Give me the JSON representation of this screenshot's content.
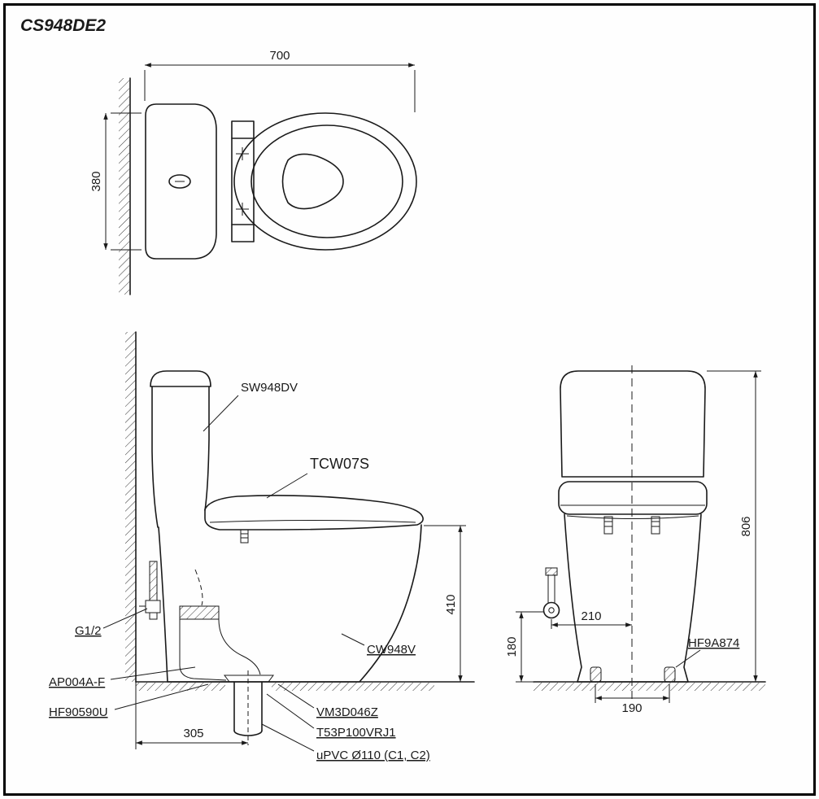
{
  "title": "CS948DE2",
  "colors": {
    "line": "#1a1a1a",
    "paper": "#ffffff",
    "frame": "#000000"
  },
  "top_view": {
    "dim_width": "700",
    "dim_depth": "380"
  },
  "side_view": {
    "dims": {
      "seat_height": "410",
      "drain_setout": "305"
    },
    "labels": {
      "tank": "SW948DV",
      "washlet_seat": "TCW07S",
      "bowl": "CW948V",
      "water_supply": "G1/2",
      "stop_valve": "AP004A-F",
      "seal_gasket": "HF90590U",
      "flange": "VM3D046Z",
      "connector": "T53P100VRJ1",
      "drain_pipe": "uPVC Ø110 (C1, C2)"
    }
  },
  "front_view": {
    "dims": {
      "total_height": "806",
      "supply_offset": "210",
      "supply_height": "180",
      "bolt_spacing": "190"
    },
    "labels": {
      "bolt_cap": "HF9A874"
    }
  }
}
